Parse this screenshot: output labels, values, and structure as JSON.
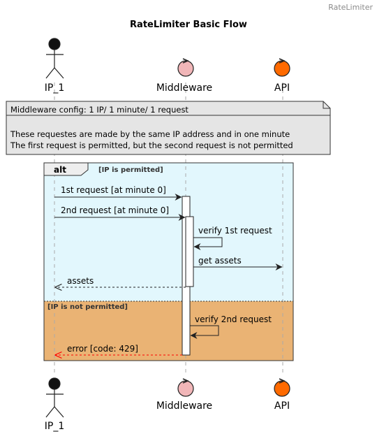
{
  "header": "RateLimiter",
  "title": "RateLimiter Basic Flow",
  "participants": [
    {
      "id": "ip",
      "label": "IP_1",
      "kind": "actor"
    },
    {
      "id": "mw",
      "label": "Middleware",
      "kind": "control",
      "color": "#f1b6b8"
    },
    {
      "id": "api",
      "label": "API",
      "kind": "control",
      "color": "#ff6a00"
    }
  ],
  "note": {
    "title": "Middleware config: 1 IP/ 1 minute/ 1 request",
    "lines": [
      "These requestes are made by the same IP address and in one minute",
      "The first request is permitted, but the second request is not permitted"
    ]
  },
  "alt": {
    "keyword": "alt",
    "guard1": "[IP is permitted]",
    "guard2": "[IP is not permitted]",
    "color1": "#e2f7fd",
    "color2": "#eab374"
  },
  "messages": [
    {
      "text": "1st request [at minute 0]",
      "from": "ip",
      "to": "mw",
      "style": "solid"
    },
    {
      "text": "2nd request [at minute 0]",
      "from": "ip",
      "to": "mw",
      "style": "solid"
    },
    {
      "text": "verify 1st request",
      "from": "mw",
      "to": "mw",
      "style": "self"
    },
    {
      "text": "get assets",
      "from": "mw",
      "to": "api",
      "style": "solid"
    },
    {
      "text": "assets",
      "from": "mw",
      "to": "ip",
      "style": "dashed"
    },
    {
      "text": "verify 2nd request",
      "from": "mw",
      "to": "mw",
      "style": "self"
    },
    {
      "text": "error [code: 429]",
      "from": "mw",
      "to": "ip",
      "style": "dashed",
      "color": "#ff0000"
    }
  ],
  "colors": {
    "line": "#222222",
    "note": "#e5e5e5",
    "lifeline": "#aaaaaa"
  }
}
